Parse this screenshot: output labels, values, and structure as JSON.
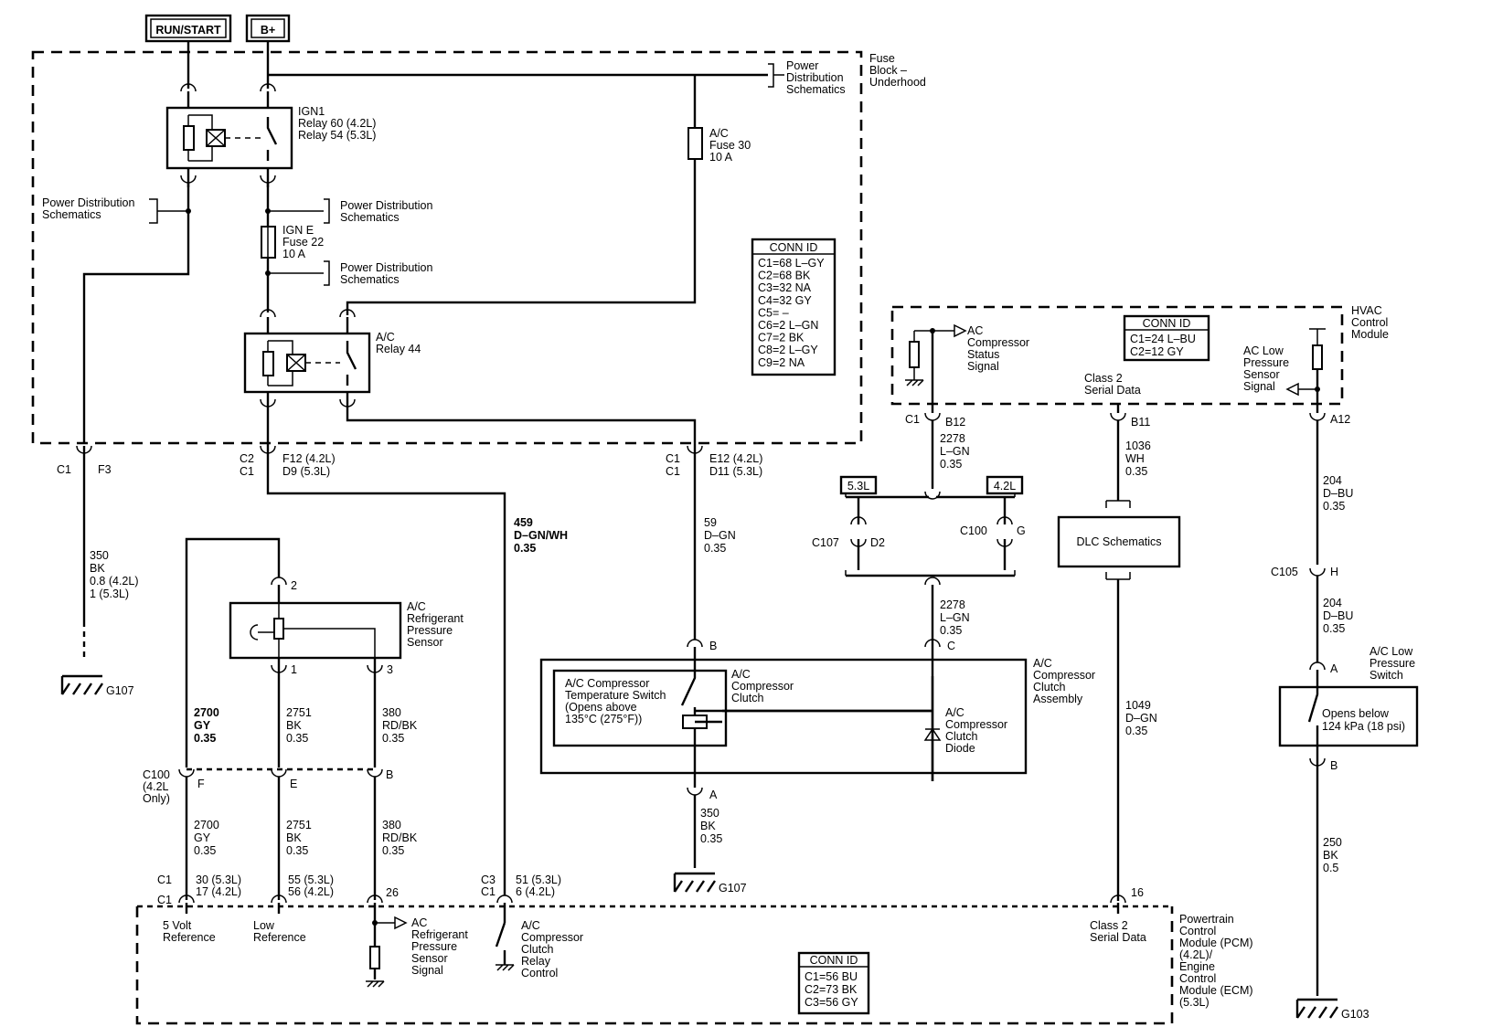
{
  "supply": {
    "run_start": "RUN/START",
    "bplus": "B+"
  },
  "fuse_block": {
    "title": [
      "Fuse",
      "Block –",
      "Underhood"
    ],
    "power_dist_top": [
      "Power",
      "Distribution",
      "Schematics"
    ],
    "power_dist_left": [
      "Power Distribution",
      "Schematics"
    ],
    "power_dist_mid1": [
      "Power Distribution",
      "Schematics"
    ],
    "power_dist_mid2": [
      "Power Distribution",
      "Schematics"
    ],
    "ign1_relay": [
      "IGN1",
      "Relay 60 (4.2L)",
      "Relay 54 (5.3L)"
    ],
    "ign_e_fuse": [
      "IGN E",
      "Fuse 22",
      "10 A"
    ],
    "ac_fuse": [
      "A/C",
      "Fuse 30",
      "10 A"
    ],
    "ac_relay": [
      "A/C",
      "Relay 44"
    ],
    "conn_id_title": "CONN ID",
    "conn_id": [
      "C1=68 L–GY",
      "C2=68 BK",
      "C3=32 NA",
      "C4=32 GY",
      "C5= –",
      "C6=2 L–GN",
      "C7=2 BK",
      "C8=2 L–GY",
      "C9=2 NA"
    ],
    "pin_left": {
      "conn": "C1",
      "pin": "F3"
    },
    "pin_mid": {
      "conn": [
        "C2",
        "C1"
      ],
      "pin": [
        "F12 (4.2L)",
        "D9 (5.3L)"
      ]
    },
    "pin_right": {
      "conn": [
        "C1",
        "C1"
      ],
      "pin": [
        "E12 (4.2L)",
        "D11 (5.3L)"
      ]
    }
  },
  "wires": {
    "w350": [
      "350",
      "BK",
      "0.8 (4.2L)",
      "1 (5.3L)"
    ],
    "w459": [
      "459",
      "D–GN/WH",
      "0.35"
    ],
    "w59": [
      "59",
      "D–GN",
      "0.35"
    ],
    "w2700a": [
      "2700",
      "GY",
      "0.35"
    ],
    "w2751a": [
      "2751",
      "BK",
      "0.35"
    ],
    "w380a": [
      "380",
      "RD/BK",
      "0.35"
    ],
    "w2700b": [
      "2700",
      "GY",
      "0.35"
    ],
    "w2751b": [
      "2751",
      "BK",
      "0.35"
    ],
    "w380b": [
      "380",
      "RD/BK",
      "0.35"
    ],
    "w350b": [
      "350",
      "BK",
      "0.35"
    ],
    "w2278a": [
      "2278",
      "L–GN",
      "0.35"
    ],
    "w2278b": [
      "2278",
      "L–GN",
      "0.35"
    ],
    "w1036": [
      "1036",
      "WH",
      "0.35"
    ],
    "w1049": [
      "1049",
      "D–GN",
      "0.35"
    ],
    "w204a": [
      "204",
      "D–BU",
      "0.35"
    ],
    "w204b": [
      "204",
      "D–BU",
      "0.35"
    ],
    "w250": [
      "250",
      "BK",
      "0.5"
    ]
  },
  "grounds": {
    "g107a": "G107",
    "g107b": "G107",
    "g103": "G103"
  },
  "pressure_sensor": {
    "label": [
      "A/C",
      "Refrigerant",
      "Pressure",
      "Sensor"
    ],
    "pin2": "2",
    "pin1": "1",
    "pin3": "3"
  },
  "c100_left": {
    "conn": [
      "C100",
      "(4.2L",
      "Only)"
    ],
    "pins": [
      "F",
      "E",
      "B"
    ]
  },
  "compressor": {
    "pinB": "B",
    "pinA": "A",
    "pinC": "C",
    "temp_switch": [
      "A/C Compressor",
      "Temperature Switch",
      "(Opens above",
      "135°C (275°F))"
    ],
    "clutch": [
      "A/C",
      "Compressor",
      "Clutch"
    ],
    "diode": [
      "A/C",
      "Compressor",
      "Clutch",
      "Diode"
    ],
    "assembly": [
      "A/C",
      "Compressor",
      "Clutch",
      "Assembly"
    ]
  },
  "engine_select": {
    "l53": "5.3L",
    "l42": "4.2L",
    "c107": "C107",
    "d2": "D2",
    "c100": "C100",
    "g": "G"
  },
  "hvac": {
    "title": [
      "HVAC",
      "Control",
      "Module"
    ],
    "status_signal": [
      "AC",
      "Compressor",
      "Status",
      "Signal"
    ],
    "class2": [
      "Class 2",
      "Serial Data"
    ],
    "low_pressure": [
      "AC Low",
      "Pressure",
      "Sensor",
      "Signal"
    ],
    "conn_id_title": "CONN ID",
    "conn_id": [
      "C1=24 L–BU",
      "C2=12 GY"
    ],
    "c1": "C1",
    "b12": "B12",
    "b11": "B11",
    "a12": "A12"
  },
  "dlc": "DLC Schematics",
  "c105": {
    "conn": "C105",
    "pin": "H"
  },
  "low_pressure_switch": {
    "title": [
      "A/C Low",
      "Pressure",
      "Switch"
    ],
    "note": [
      "Opens below",
      "124 kPa (18 psi)"
    ],
    "pinA": "A",
    "pinB": "B"
  },
  "pcm": {
    "title": [
      "Powertrain",
      "Control",
      "Module (PCM)",
      "(4.2L)/",
      "Engine",
      "Control",
      "Module (ECM)",
      "(5.3L)"
    ],
    "c1a": "C1",
    "c1b": "C1",
    "pin_5v": [
      "30 (5.3L)",
      "17 (4.2L)"
    ],
    "pin_low": [
      "55 (5.3L)",
      "56 (4.2L)"
    ],
    "pin26": "26",
    "c3": [
      "C3",
      "C1"
    ],
    "pin_relay": [
      "51 (5.3L)",
      "6 (4.2L)"
    ],
    "pin16": "16",
    "ref5v": [
      "5 Volt",
      "Reference"
    ],
    "lowref": [
      "Low",
      "Reference"
    ],
    "pres_signal": [
      "AC",
      "Refrigerant",
      "Pressure",
      "Sensor",
      "Signal"
    ],
    "relay_ctrl": [
      "A/C",
      "Compressor",
      "Clutch",
      "Relay",
      "Control"
    ],
    "class2": [
      "Class 2",
      "Serial Data"
    ],
    "conn_id_title": "CONN ID",
    "conn_id": [
      "C1=56 BU",
      "C2=73 BK",
      "C3=56 GY"
    ]
  }
}
